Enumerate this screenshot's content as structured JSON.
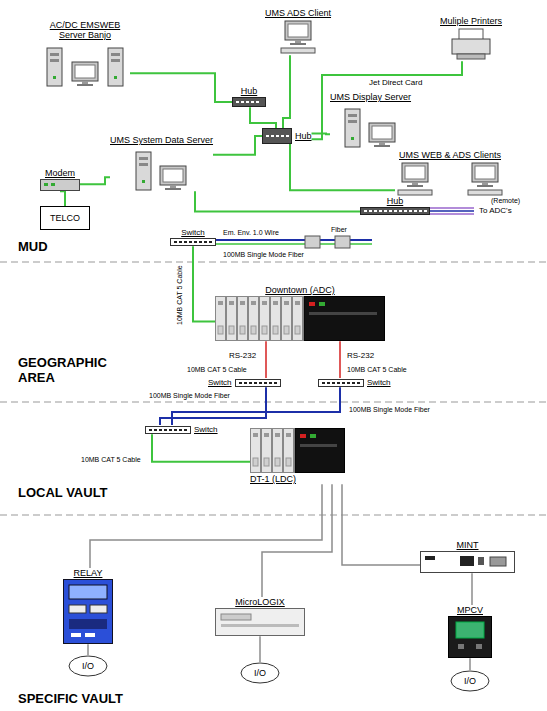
{
  "diagram": {
    "nodes": [
      {
        "text": [
          "AC/DC EMSWEB Server Banjo"
        ]
      },
      {
        "text": [
          "UMS ADS Client"
        ]
      },
      {
        "text": [
          "Muliple Printers"
        ]
      },
      {
        "text": [
          "Hub"
        ]
      },
      {
        "text": [
          "UMS Display Server"
        ]
      },
      {
        "text": [
          "Hub"
        ]
      },
      {
        "text": [
          "UMS WEB & ADS Clients"
        ]
      },
      {
        "text": [
          "UMS System Data Server"
        ]
      },
      {
        "text": [
          "Modem"
        ]
      },
      {
        "text": [
          "TELCO"
        ]
      },
      {
        "text": [
          "Hub"
        ]
      },
      {
        "text": [
          "Switch"
        ]
      },
      {
        "text": [
          "Downtown (ADC)"
        ]
      },
      {
        "text": [
          "Switch"
        ]
      },
      {
        "text": [
          "Switch"
        ]
      },
      {
        "text": [
          "Switch"
        ]
      },
      {
        "text": [
          "DT-1 (LDC)"
        ]
      },
      {
        "text": [
          "RELAY"
        ]
      },
      {
        "text": [
          "MINT"
        ]
      },
      {
        "text": [
          "MicroLOGIX"
        ]
      },
      {
        "text": [
          "MPCV"
        ]
      },
      {
        "text": [
          "I/O"
        ]
      },
      {
        "text": [
          "I/O"
        ]
      },
      {
        "text": [
          "I/O"
        ]
      }
    ],
    "edges": [
      {
        "from": 0,
        "to": 3,
        "arrow": "none"
      },
      {
        "from": 1,
        "to": 5,
        "arrow": "none"
      },
      {
        "from": 3,
        "to": 5,
        "arrow": "none"
      },
      {
        "from": 2,
        "to": 5,
        "label": "Jet Direct Card",
        "arrow": "none"
      },
      {
        "from": 4,
        "to": 5,
        "arrow": "none"
      },
      {
        "from": 6,
        "to": 5,
        "arrow": "none"
      },
      {
        "from": 7,
        "to": 5,
        "arrow": "none"
      },
      {
        "from": 7,
        "to": 8,
        "arrow": "none"
      },
      {
        "from": 8,
        "to": 9,
        "arrow": "none"
      },
      {
        "from": 7,
        "to": 10,
        "arrow": "none"
      },
      {
        "from": 11,
        "to": 12,
        "arrow": "none"
      },
      {
        "from": 12,
        "to": 13,
        "label": "RS-232",
        "arrow": "none"
      },
      {
        "from": 12,
        "to": 14,
        "label": "RS-232",
        "arrow": "none"
      },
      {
        "from": 13,
        "to": 15,
        "arrow": "none"
      },
      {
        "from": 14,
        "to": 15,
        "arrow": "none"
      },
      {
        "from": 15,
        "to": 16,
        "arrow": "none"
      },
      {
        "from": 16,
        "to": 17,
        "arrow": "none"
      },
      {
        "from": 16,
        "to": 19,
        "arrow": "none"
      },
      {
        "from": 16,
        "to": 18,
        "arrow": "none"
      },
      {
        "from": 18,
        "to": 20,
        "arrow": "none"
      },
      {
        "from": 17,
        "to": 21,
        "arrow": "none"
      },
      {
        "from": 19,
        "to": 22,
        "arrow": "none"
      },
      {
        "from": 20,
        "to": 23,
        "arrow": "none"
      }
    ],
    "labels": [
      "MUD",
      "GEOGRAPHIC AREA",
      "LOCAL VAULT",
      "SPECIFIC VAULT",
      "(Remote)",
      "To ADC's",
      "Em. Env. 1.0 Wire",
      "100MB Single Mode Fiber",
      "Fiber",
      "10MB CAT 5 Cable",
      "10MB CAT 5 Cable",
      "10MB CAT 5 Cable",
      "100MB Single Mode Fiber",
      "100MB Single Mode Fiber",
      "10MB CAT 5 Cable"
    ]
  }
}
